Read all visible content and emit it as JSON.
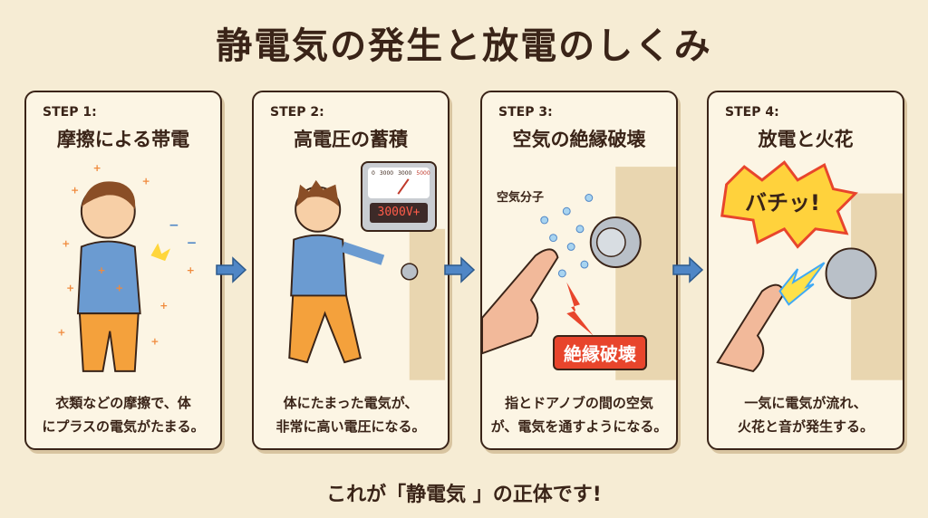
{
  "title": "静電気の発生と放電のしくみ",
  "steps": [
    {
      "step": "STEP 1:",
      "title": "摩擦による帯電",
      "caption1": "衣類などの摩擦で、体",
      "caption2": "にプラスの電気がたまる。"
    },
    {
      "step": "STEP 2:",
      "title": "高電圧の蓄積",
      "caption1": "体にたまった電気が、",
      "caption2": "非常に高い電圧になる。",
      "meter": {
        "scale": [
          "0",
          "3000",
          "3000",
          "5000"
        ],
        "readout": "3000V+"
      }
    },
    {
      "step": "STEP 3:",
      "title": "空気の絶縁破壊",
      "caption1": "指とドアノブの間の空気",
      "caption2": "が、電気を通すようになる。",
      "molecule_label": "空気分子",
      "burst_label": "絶縁破壊"
    },
    {
      "step": "STEP 4:",
      "title": "放電と火花",
      "caption1": "一気に電気が流れ、",
      "caption2": "火花と音が発生する。",
      "burst_label": "バチッ!"
    }
  ],
  "footer": "これが「静電気 」の正体です!",
  "colors": {
    "background": "#f6ecd4",
    "panel": "#fcf5e4",
    "ink": "#3a2418",
    "arrow": "#4f86c6",
    "plus": "#f08a3c",
    "burst": "#e8452c"
  }
}
